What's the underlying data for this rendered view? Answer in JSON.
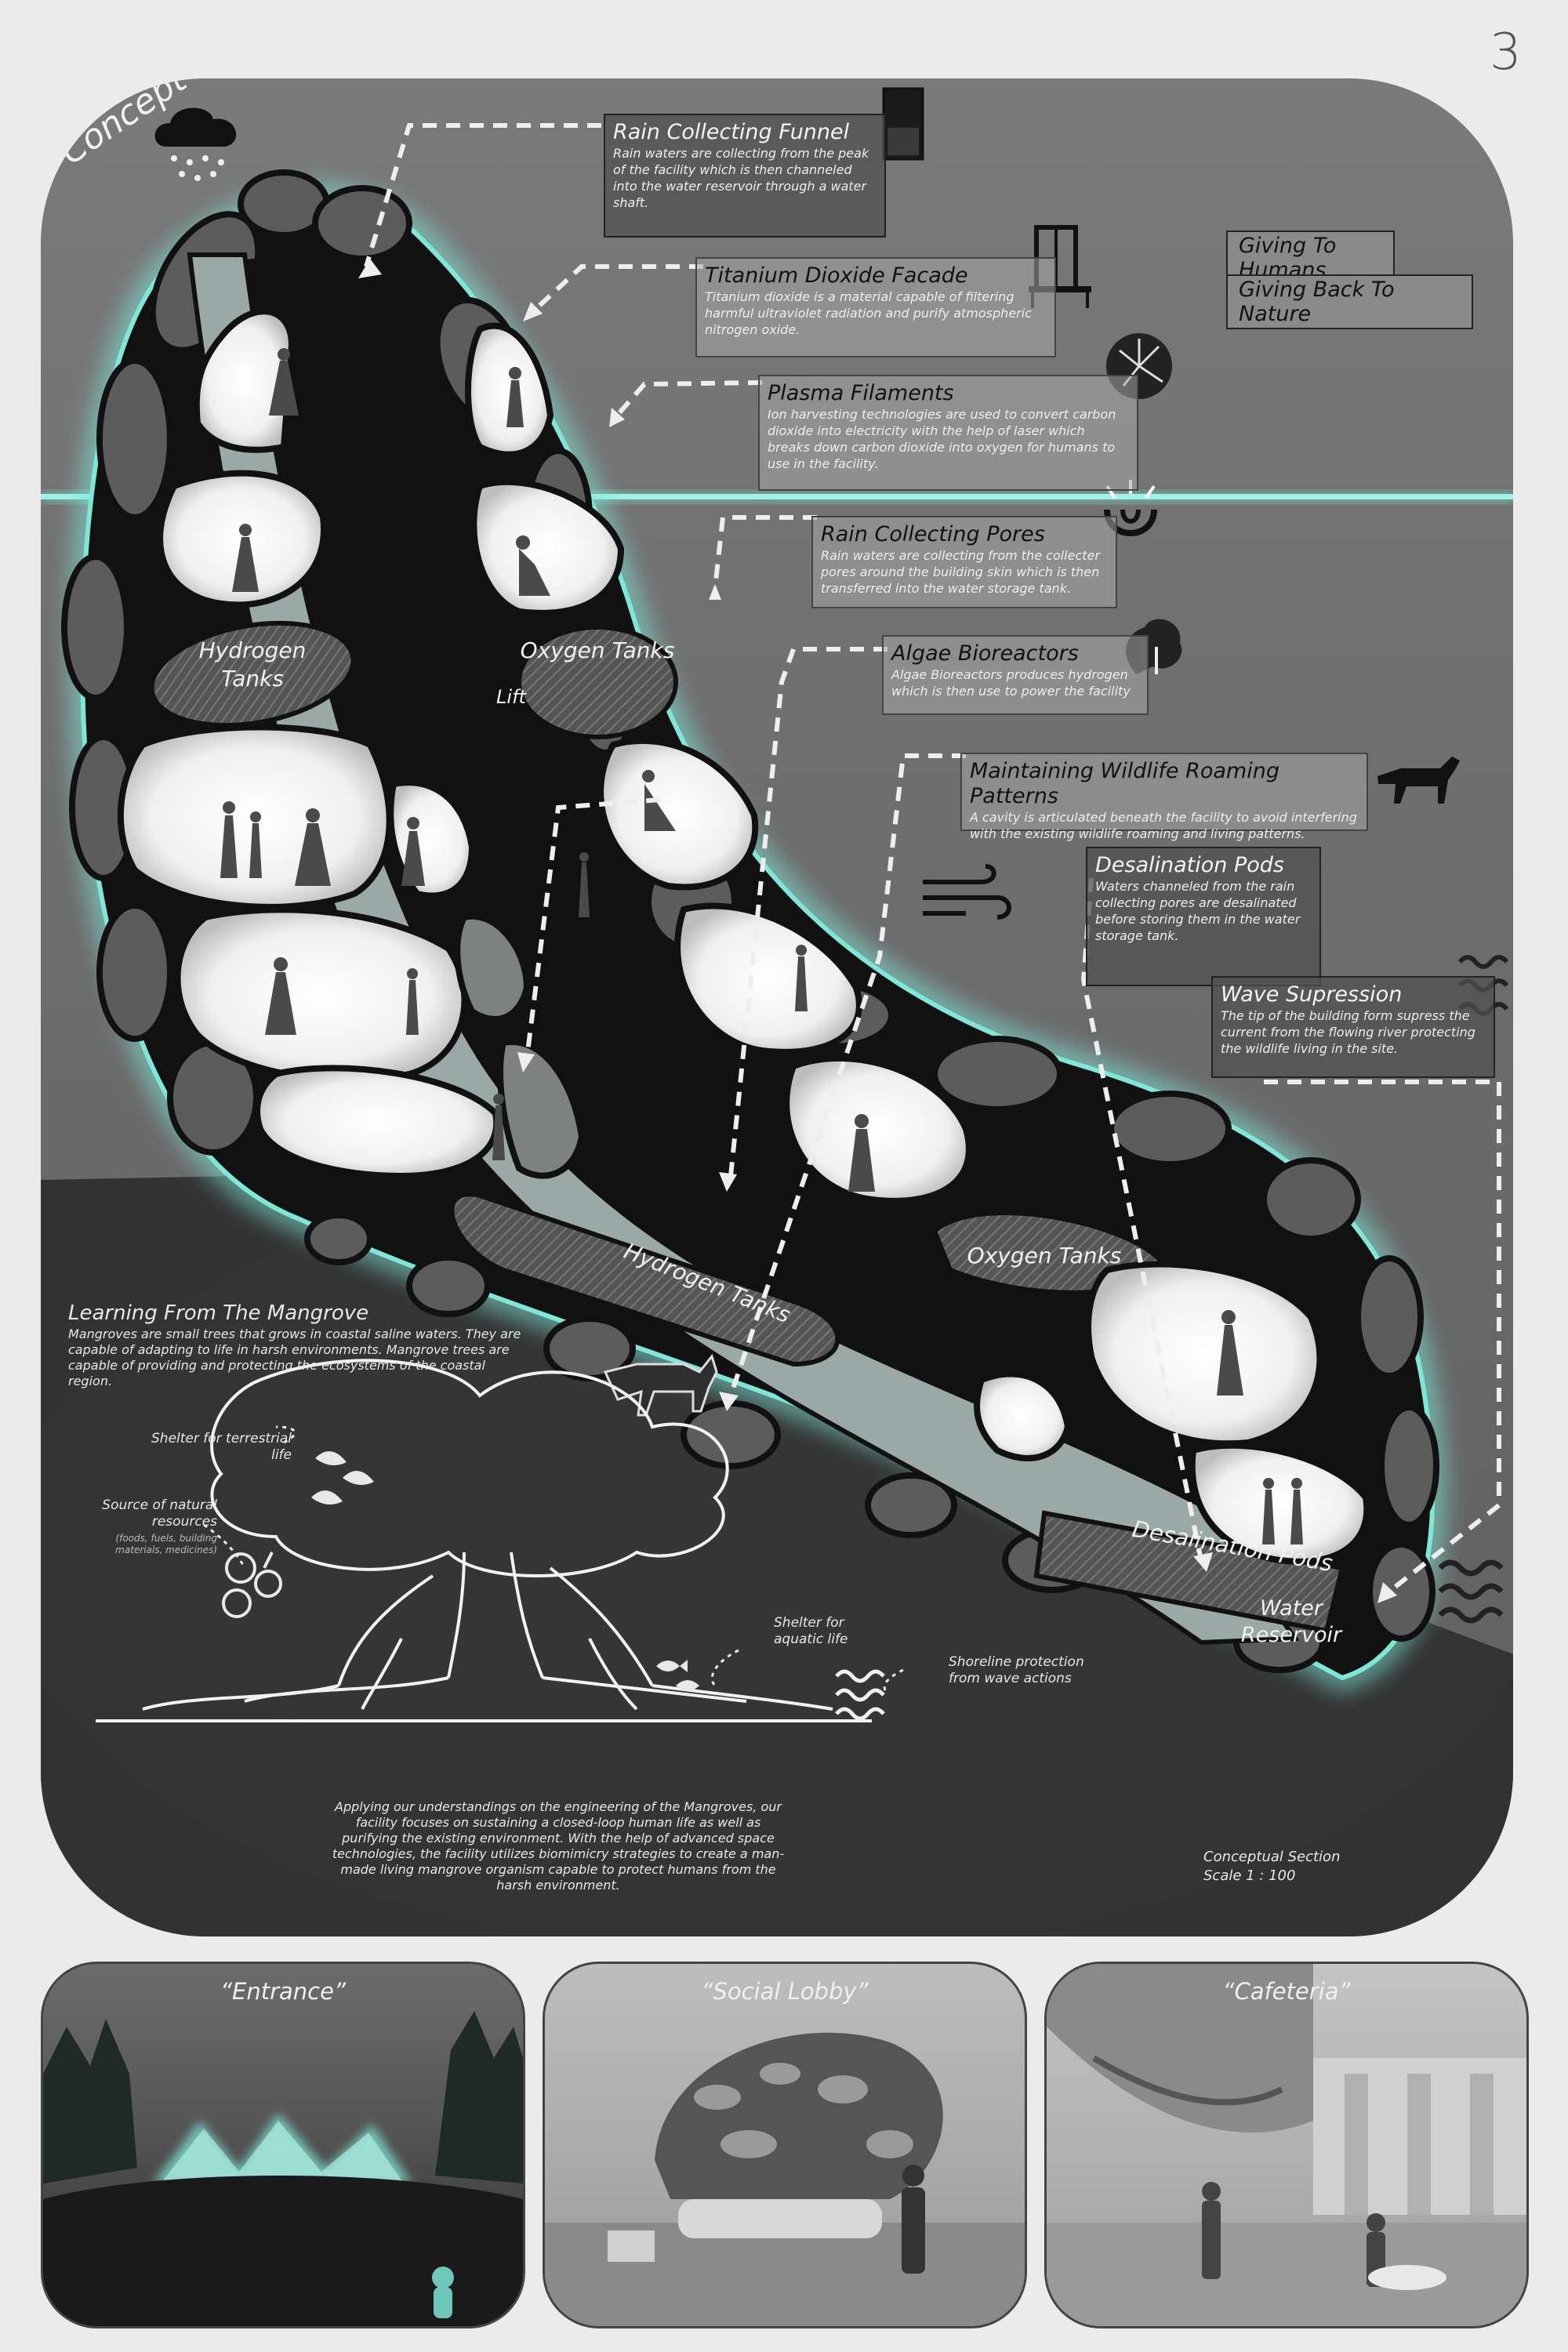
{
  "page_number": "3",
  "concept_title": "The Concept",
  "legend": {
    "giving_to_humans": "Giving To Humans",
    "giving_back_to_nature": "Giving Back To Nature"
  },
  "callouts": {
    "rain_funnel": {
      "title": "Rain Collecting Funnel",
      "body": "Rain waters are collecting from the peak of the facility which is then channeled into the water reservoir through a water shaft."
    },
    "titanium": {
      "title": "Titanium Dioxide Facade",
      "body": "Titanium dioxide is a material capable of filtering harmful ultraviolet radiation and purify atmospheric nitrogen oxide."
    },
    "plasma": {
      "title": "Plasma Filaments",
      "body": "Ion harvesting technologies are used to convert carbon dioxide into electricity with the help of laser which breaks down carbon dioxide into oxygen for humans to use in the facility."
    },
    "pores": {
      "title": "Rain Collecting Pores",
      "body": "Rain waters are collecting from the collecter pores around the building skin which is then transferred into the water storage tank."
    },
    "algae": {
      "title": "Algae Bioreactors",
      "body": "Algae Bioreactors produces hydrogen which is then use to power the facility"
    },
    "wildlife": {
      "title": "Maintaining Wildlife Roaming Patterns",
      "body": "A cavity is articulated beneath the facility to avoid interfering with the existing wildlife roaming and living patterns."
    },
    "desal": {
      "title": "Desalination Pods",
      "body": "Waters channeled from the rain collecting pores are desalinated before storing them in the water storage tank."
    },
    "wave": {
      "title": "Wave Supression",
      "body": "The tip of the building form supress the current from the flowing river protecting the wildlife living in the site."
    }
  },
  "section_labels": {
    "hydrogen_tanks_upper": "Hydrogen Tanks",
    "oxygen_tanks_upper": "Oxygen Tanks",
    "lift": "Lift",
    "hydrogen_tanks_lower": "Hydrogen Tanks",
    "oxygen_tanks_lower": "Oxygen Tanks",
    "desalination_pods": "Desalination Pods",
    "water_reservoir": "Water Reservoir"
  },
  "mangrove": {
    "title": "Learning From The Mangrove",
    "body": "Mangroves are small trees that grows in coastal saline waters. They are capable of adapting to life in harsh environments. Mangrove trees are capable of providing and protecting the ecosystems of the coastal region.",
    "shelter_terrestrial": "Shelter for terrestrial life",
    "source_resources": "Source of natural resources",
    "resources_detail": "(foods, fuels, building materials, medicines)",
    "shelter_aquatic": "Shelter for aquatic life",
    "shoreline": "Shoreline protection from wave actions"
  },
  "summary": "Applying our understandings on the engineering of the Mangroves, our facility focuses on sustaining a closed-loop human life as well as purifying the existing environment. With the help of advanced space technologies, the facility utilizes biomimicry strategies to create a man-made living mangrove organism capable to protect humans from the harsh environment.",
  "section_caption": {
    "line1": "Conceptual Section",
    "line2": "Scale 1 : 100"
  },
  "renders": [
    {
      "title": "“Entrance”"
    },
    {
      "title": "“Social Lobby”"
    },
    {
      "title": "“Cafeteria”"
    }
  ],
  "colors": {
    "glow": "#7fe6d8",
    "panel_bg": "#6e6e6e",
    "ground": "#2a2a2a",
    "room_fill": "#f4f4f4"
  },
  "icons": [
    "rain-cloud-icon",
    "water-tank-icon",
    "window-icon",
    "plasma-icon",
    "pore-icon",
    "algae-icon",
    "wolf-icon",
    "wind-icon",
    "wave-icon"
  ]
}
